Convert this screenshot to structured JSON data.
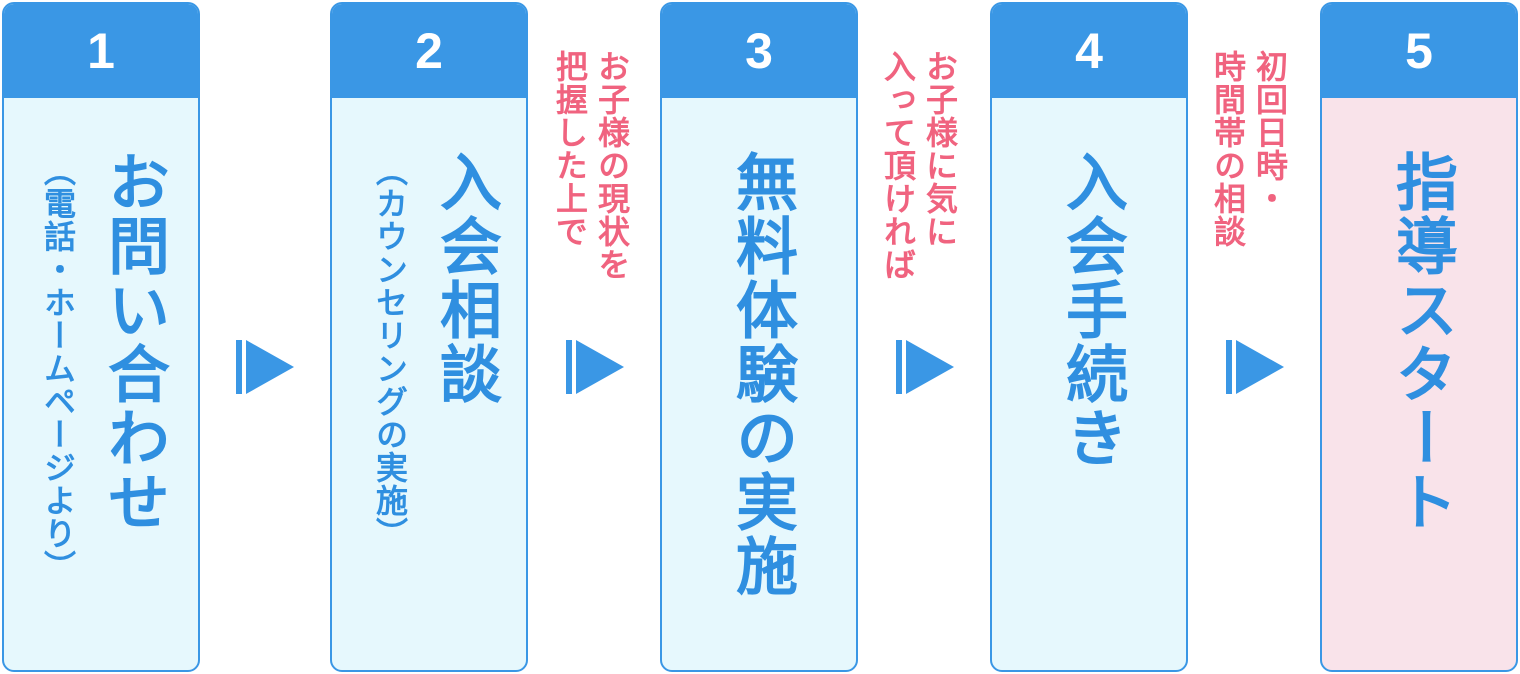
{
  "steps": [
    {
      "number": "1",
      "title": "お問い合わせ",
      "subtitle": "（電話・ホームページより）"
    },
    {
      "number": "2",
      "title": "入会相談",
      "subtitle": "（カウンセリングの実施）"
    },
    {
      "number": "3",
      "title": "無料体験の実施"
    },
    {
      "number": "4",
      "title": "入会手続き"
    },
    {
      "number": "5",
      "title": "指導スタート"
    }
  ],
  "notes": [
    {
      "line1": "お子様の現状を",
      "line2": "把握した上で"
    },
    {
      "line1": "お子様に気に",
      "line2": "入って頂ければ"
    },
    {
      "line1": "初回日時・",
      "line2": "時間帯の相談"
    }
  ],
  "colors": {
    "step_border": "#3a97e5",
    "step_fill": "#e6f8fd",
    "final_step_fill": "#f9e3ea",
    "step_text": "#2f8fe0",
    "note_text": "#f0637f",
    "arrow": "#3a97e5"
  },
  "icons": {
    "arrow": "triangle-right-with-bar"
  }
}
